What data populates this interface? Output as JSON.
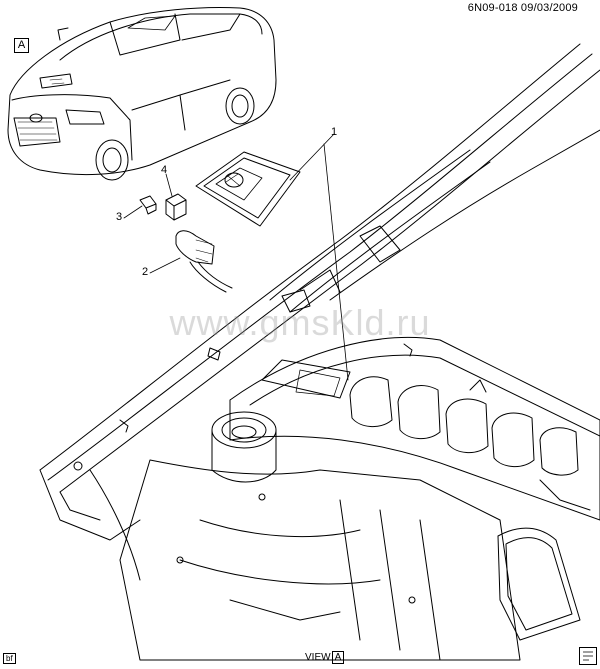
{
  "header": {
    "code": "6N09-018 09/03/2009"
  },
  "view_marker_top": "A",
  "view_label": {
    "prefix": "VIEW",
    "letter": "A"
  },
  "watermark": "www.gmsKld.ru",
  "corner_left": "bf",
  "callouts": [
    {
      "id": "callout-1",
      "label": "1"
    },
    {
      "id": "callout-2",
      "label": "2"
    },
    {
      "id": "callout-3",
      "label": "3"
    },
    {
      "id": "callout-4",
      "label": "4"
    }
  ]
}
